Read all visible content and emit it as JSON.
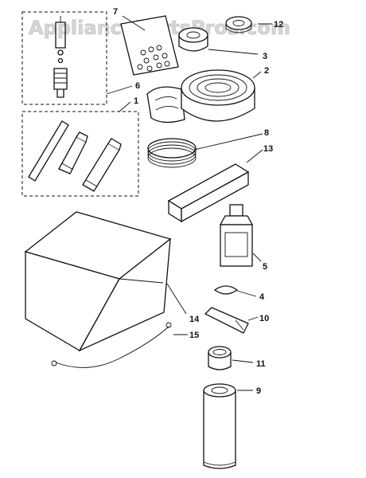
{
  "watermark": "AppliancePartsPros.com",
  "callouts": [
    {
      "id": "7",
      "label": "7"
    },
    {
      "id": "12",
      "label": "12"
    },
    {
      "id": "3",
      "label": "3"
    },
    {
      "id": "2",
      "label": "2"
    },
    {
      "id": "6",
      "label": "6"
    },
    {
      "id": "1",
      "label": "1"
    },
    {
      "id": "8",
      "label": "8"
    },
    {
      "id": "13",
      "label": "13"
    },
    {
      "id": "5",
      "label": "5"
    },
    {
      "id": "4",
      "label": "4"
    },
    {
      "id": "14",
      "label": "14"
    },
    {
      "id": "10",
      "label": "10"
    },
    {
      "id": "15",
      "label": "15"
    },
    {
      "id": "11",
      "label": "11"
    },
    {
      "id": "9",
      "label": "9"
    }
  ]
}
